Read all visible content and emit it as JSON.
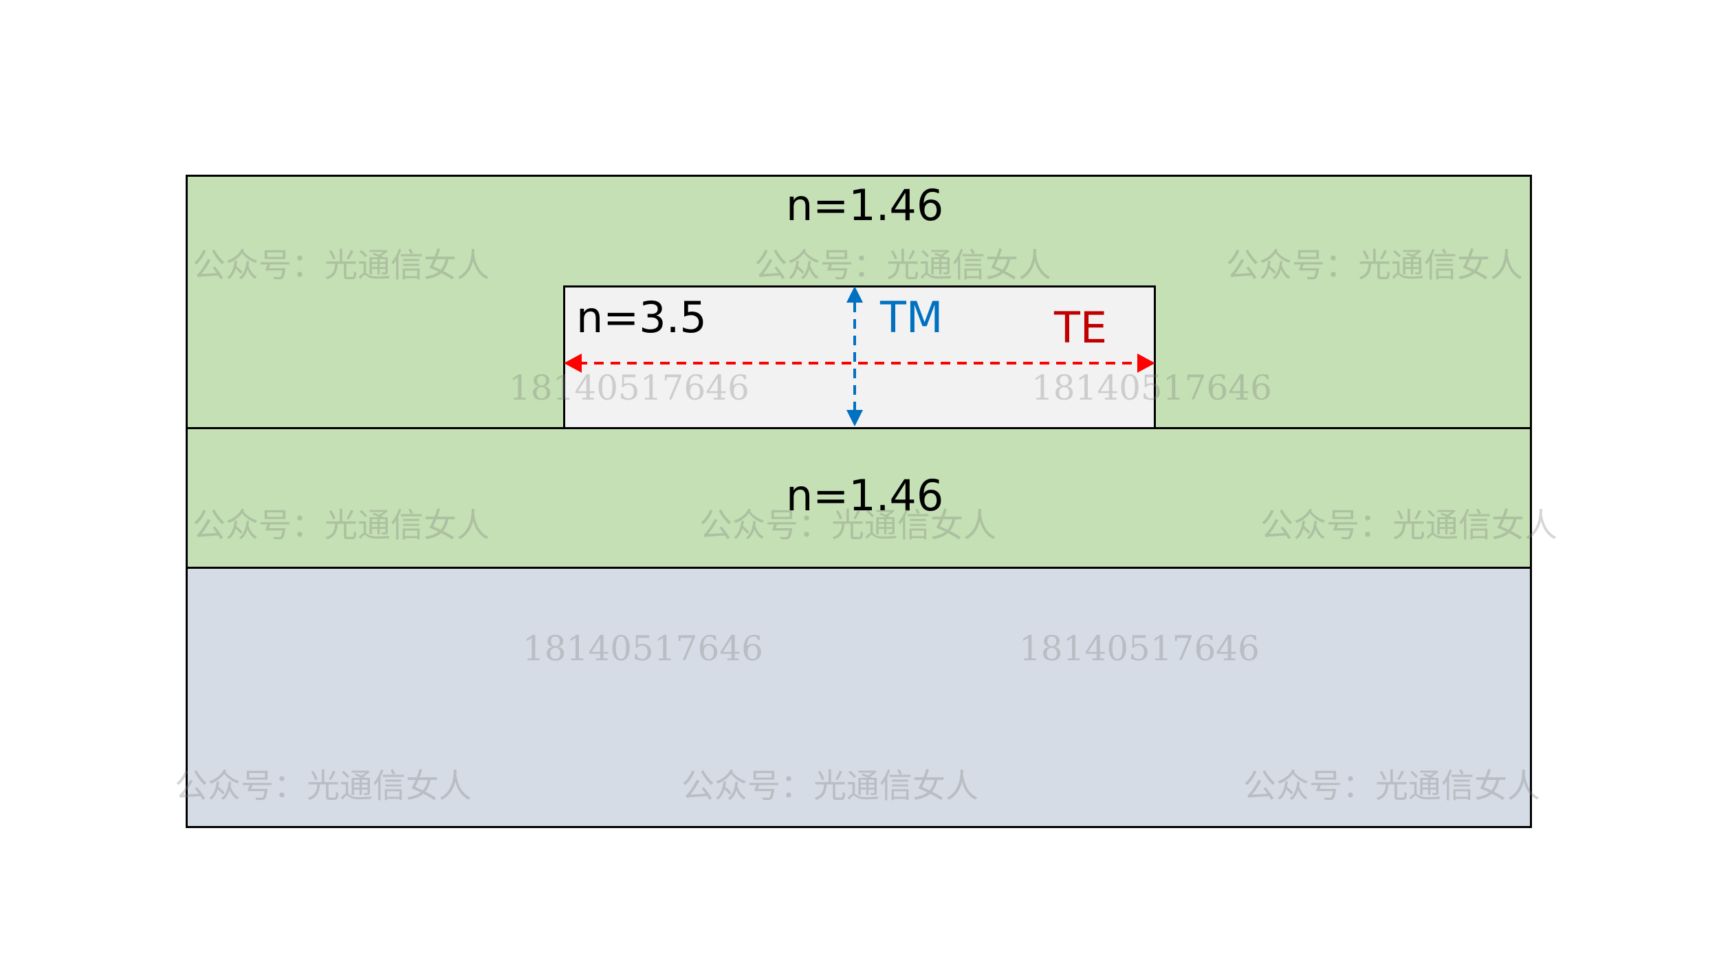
{
  "layers": {
    "upper_cladding": {
      "label": "n=1.46",
      "color": "#c5e0b4"
    },
    "core": {
      "label": "n=3.5",
      "color": "#f2f2f2"
    },
    "lower_cladding": {
      "label": "n=1.46",
      "color": "#c5e0b4"
    },
    "substrate": {
      "color": "#d6dce5"
    }
  },
  "polarizations": {
    "tm": {
      "label": "TM",
      "color": "#0070c0"
    },
    "te": {
      "label": "TE",
      "color": "#c00000"
    }
  },
  "watermarks": {
    "account": "公众号：光通信女人",
    "phone": "18140517646"
  }
}
